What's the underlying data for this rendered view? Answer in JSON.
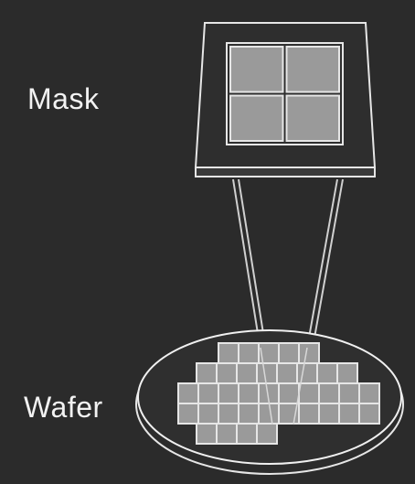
{
  "labels": {
    "mask": "Mask",
    "wafer": "Wafer"
  },
  "colors": {
    "background": "#2b2b2b",
    "outline": "#e6e6e6",
    "cell_fill": "#9a9a9a",
    "projection_lines": "#d0d0d0"
  },
  "mask": {
    "grid_rows": 2,
    "grid_cols": 2
  },
  "wafer": {
    "row_cell_counts": [
      5,
      8,
      10,
      10,
      4
    ]
  }
}
